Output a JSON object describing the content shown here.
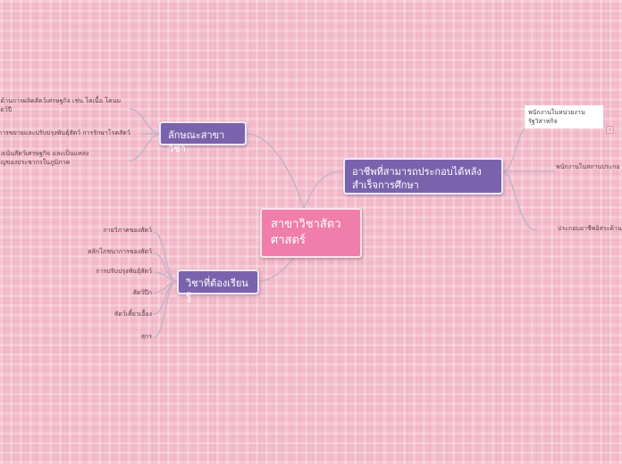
{
  "central": {
    "label": "สาขาวิชาสัตวศาสตร์"
  },
  "branches": {
    "characteristics": {
      "label": "ลักษณะสาขาวิชา",
      "items": [
        "ดด้านการผลิตสัตว์เศรษฐกิจ เช่น โคเนื้อ โคนม\nสัตว์ปี",
        "การขยายและปรับปรุงพันธุ์สัตว์ การรักษาโรคสัตว์",
        "มุ่งเน้นสัตว์เศรษฐกิจ และเป็นแหล่ง\nคัญของประชากรในภูมิภาค"
      ]
    },
    "careers": {
      "label": "อาชีพที่สามารถประกอบได้หลังสำเร็จการศึกษา",
      "items": [
        "พนักงานในหน่วยงาน\nรัฐวิสาหกิจ",
        "พนักงานในสถานประกอ",
        "ประกอบอาชีพอิสระด้าน"
      ]
    },
    "subjects": {
      "label": "วิชาที่ต้องเรียนรู้",
      "items": [
        "กายวิภาคของสัตว์",
        "หลักโภชนาการของสัตว์",
        "การปรับปรุงพันธุ์สัตว์",
        "สัตว์ปีก",
        "สัตว์เคี้ยวเอื้อง",
        "สุกร"
      ]
    }
  },
  "colors": {
    "background": "#f4bccb",
    "central": "#ef7faa",
    "main_topic": "#7a63ad",
    "connector": "#c9b3c7"
  },
  "icons": {
    "collapse": "collapse-toggle-icon"
  }
}
